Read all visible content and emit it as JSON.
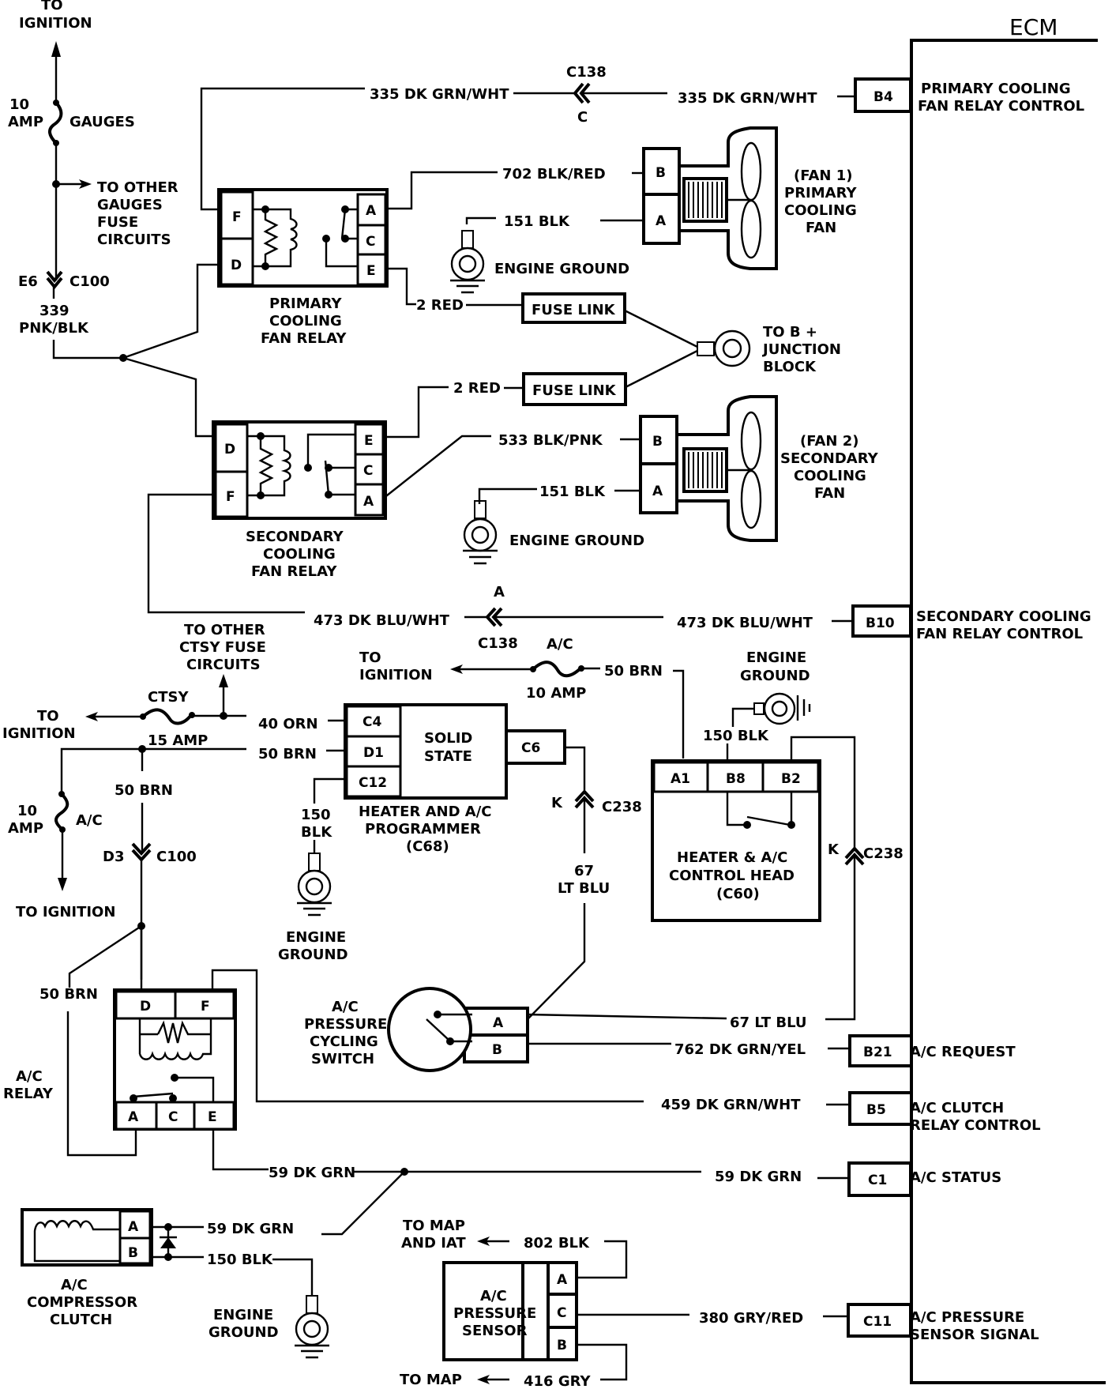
{
  "title": "ECM",
  "ecm_pins": [
    {
      "pin": "B4",
      "label1": "PRIMARY COOLING",
      "label2": "FAN RELAY CONTROL"
    },
    {
      "pin": "B10",
      "label1": "SECONDARY COOLING",
      "label2": "FAN RELAY CONTROL"
    },
    {
      "pin": "B21",
      "label1": "A/C REQUEST",
      "label2": ""
    },
    {
      "pin": "B5",
      "label1": "A/C CLUTCH",
      "label2": "RELAY CONTROL"
    },
    {
      "pin": "C1",
      "label1": "A/C STATUS",
      "label2": ""
    },
    {
      "pin": "C11",
      "label1": "A/C PRESSURE",
      "label2": "SENSOR SIGNAL"
    }
  ],
  "power": {
    "to_ignition_top_1": "TO",
    "to_ignition_top_2": "IGNITION",
    "gauges_fuse_amp1": "10",
    "gauges_fuse_amp2": "AMP",
    "gauges_fuse_name": "GAUGES",
    "to_other_gauges": [
      "TO OTHER",
      "GAUGES",
      "FUSE",
      "CIRCUITS"
    ],
    "c100_e6_pin": "E6",
    "c100_e6_conn": "C100",
    "wire_339_1": "339",
    "wire_339_2": "PNK/BLK"
  },
  "wires": {
    "w335_left": "335 DK GRN/WHT",
    "w335_right": "335 DK GRN/WHT",
    "c138_top": "C138",
    "c138_top_pin": "C",
    "w702": "702 BLK/RED",
    "w151_top": "151 BLK",
    "w2red_top": "2 RED",
    "w2red_bottom": "2 RED",
    "w533": "533 BLK/PNK",
    "w151_bottom": "151 BLK",
    "w473_left": "473 DK BLU/WHT",
    "w473_right": "473 DK BLU/WHT",
    "c138_mid_pin": "A",
    "c138_mid": "C138",
    "w40": "40 ORN",
    "w50_a": "50 BRN",
    "w50_b": "50 BRN",
    "w50_c": "50 BRN",
    "w50_d": "50 BRN",
    "w150_prog_1": "150",
    "w150_prog_2": "BLK",
    "w150_head": "150 BLK",
    "w67_1": "67",
    "w67_2": "LT BLU",
    "w67_long": "67 LT BLU",
    "w762": "762 DK GRN/YEL",
    "w459": "459 DK GRN/WHT",
    "w59_a": "59 DK GRN",
    "w59_b": "59 DK GRN",
    "w59_c": "59 DK GRN",
    "w150_clutch": "150 BLK",
    "w802": "802 BLK",
    "w380": "380 GRY/RED",
    "w416": "416 GRY",
    "c238_k1": "K",
    "c238_1": "C238",
    "c238_k2": "K",
    "c238_2": "C238",
    "d3": "D3",
    "c100_d3": "C100"
  },
  "components": {
    "primary_relay": {
      "pins": [
        "F",
        "D",
        "A",
        "C",
        "E"
      ],
      "label": [
        "PRIMARY",
        "COOLING",
        "FAN RELAY"
      ]
    },
    "secondary_relay": {
      "pins": [
        "D",
        "F",
        "E",
        "C",
        "A"
      ],
      "label": [
        "SECONDARY",
        "COOLING",
        "FAN RELAY"
      ]
    },
    "fan1": {
      "pins": [
        "B",
        "A"
      ],
      "label": [
        "(FAN 1)",
        "PRIMARY",
        "COOLING",
        "FAN"
      ]
    },
    "fan2": {
      "pins": [
        "B",
        "A"
      ],
      "label": [
        "(FAN 2)",
        "SECONDARY",
        "COOLING",
        "FAN"
      ]
    },
    "fuse_link_1": "FUSE LINK",
    "fuse_link_2": "FUSE LINK",
    "b_plus": [
      "TO B +",
      "JUNCTION",
      "BLOCK"
    ],
    "engine_ground": "ENGINE GROUND",
    "engine_ground_2": "ENGINE GROUND",
    "ctsy_other": [
      "TO OTHER",
      "CTSY FUSE",
      "CIRCUITS"
    ],
    "ctsy_fuse": "CTSY",
    "ctsy_amp": "15 AMP",
    "to_ignition_ctsy": [
      "TO",
      "IGNITION"
    ],
    "ac_fuse_name": "A/C",
    "ac_fuse_amp": "10 AMP",
    "to_ignition_ac": [
      "TO",
      "IGNITION"
    ],
    "left_ac_fuse_amp": [
      "10",
      "AMP"
    ],
    "left_ac_fuse_name": "A/C",
    "to_ignition_left": "TO IGNITION",
    "programmer": {
      "pins": [
        "C4",
        "D1",
        "C12",
        "C6"
      ],
      "inner": [
        "SOLID",
        "STATE"
      ],
      "label": [
        "HEATER AND A/C",
        "PROGRAMMER",
        "(C68)"
      ]
    },
    "programmer_ground": [
      "ENGINE",
      "GROUND"
    ],
    "control_head": {
      "pins": [
        "A1",
        "B8",
        "B2"
      ],
      "label": [
        "HEATER & A/C",
        "CONTROL HEAD",
        "(C60)"
      ]
    },
    "control_head_ground": [
      "ENGINE",
      "GROUND"
    ],
    "ac_relay": {
      "pins": [
        "D",
        "F",
        "A",
        "C",
        "E"
      ],
      "label": [
        "A/C",
        "RELAY"
      ]
    },
    "pressure_switch": {
      "pins": [
        "A",
        "B"
      ],
      "label": [
        "A/C",
        "PRESSURE",
        "CYCLING",
        "SWITCH"
      ]
    },
    "clutch": {
      "pins": [
        "A",
        "B"
      ],
      "label": [
        "A/C",
        "COMPRESSOR",
        "CLUTCH"
      ]
    },
    "clutch_ground": [
      "ENGINE",
      "GROUND"
    ],
    "pressure_sensor": {
      "pins": [
        "A",
        "C",
        "B"
      ],
      "label": [
        "A/C",
        "PRESSURE",
        "SENSOR"
      ]
    },
    "to_map_iat": [
      "TO MAP",
      "AND IAT"
    ],
    "to_map": "TO MAP"
  }
}
